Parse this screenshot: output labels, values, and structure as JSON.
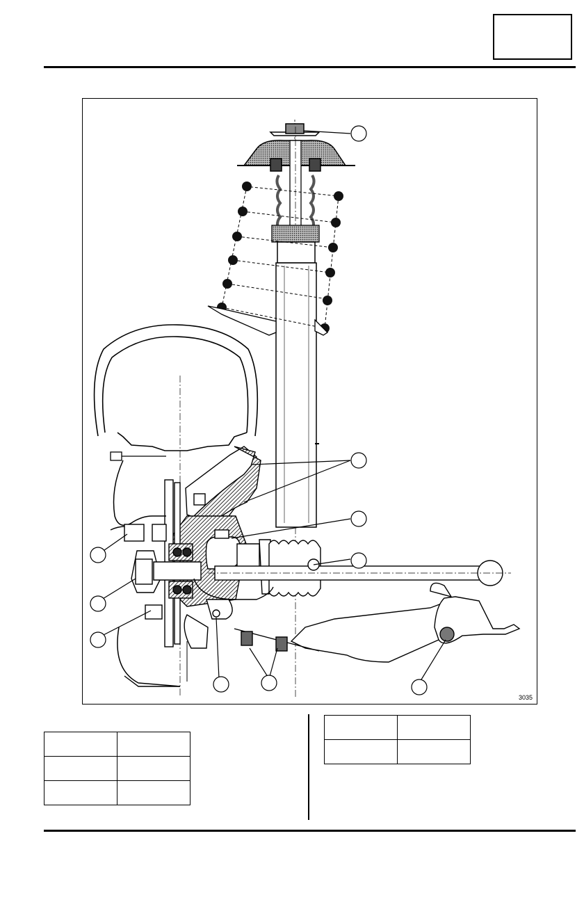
{
  "figure": {
    "number": "3035",
    "callouts": [
      {
        "id": "callout-1",
        "label": ""
      },
      {
        "id": "callout-2",
        "label": ""
      },
      {
        "id": "callout-3",
        "label": ""
      },
      {
        "id": "callout-4",
        "label": ""
      },
      {
        "id": "callout-5",
        "label": ""
      },
      {
        "id": "callout-6",
        "label": ""
      },
      {
        "id": "callout-7",
        "label": ""
      },
      {
        "id": "callout-8",
        "label": ""
      },
      {
        "id": "callout-9",
        "label": ""
      },
      {
        "id": "callout-10",
        "label": ""
      },
      {
        "id": "callout-11",
        "label": ""
      }
    ]
  },
  "table_left": {
    "rows": [
      [
        "",
        ""
      ],
      [
        "",
        ""
      ],
      [
        "",
        ""
      ]
    ]
  },
  "table_right": {
    "rows": [
      [
        "",
        ""
      ],
      [
        "",
        ""
      ]
    ]
  }
}
